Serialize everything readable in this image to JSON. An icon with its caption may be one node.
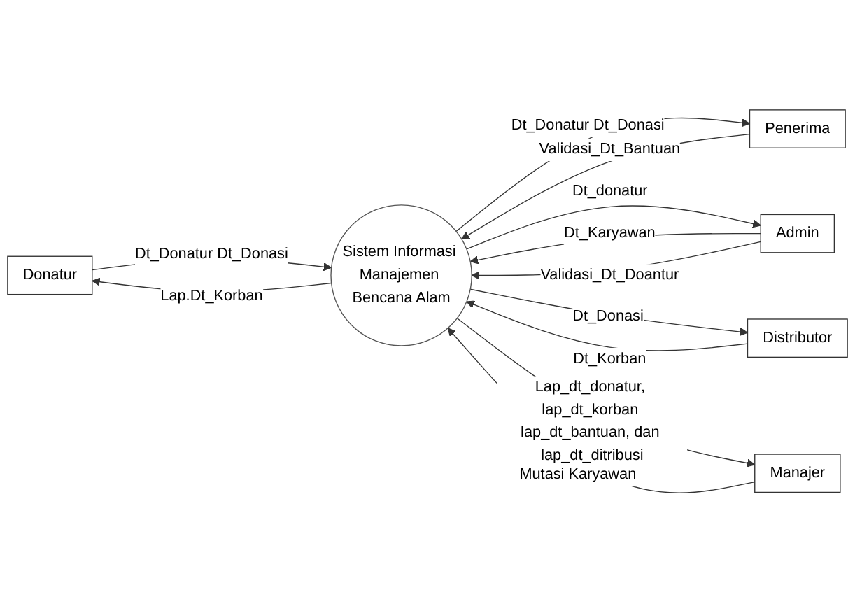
{
  "diagram": {
    "nodes": [
      {
        "text": [
          "Donatur"
        ]
      },
      {
        "text": [
          "Penerima"
        ]
      },
      {
        "text": [
          "Sistem Informasi Manajemen Bencana Alam"
        ]
      },
      {
        "text": [
          "Admin"
        ]
      },
      {
        "text": [
          "Distributor"
        ]
      },
      {
        "text": [
          "Manajer"
        ]
      }
    ],
    "edges": [
      {
        "from": 0,
        "to": 2,
        "arrow": "to",
        "label": "Dt_Donatur Dt_Donasi"
      },
      {
        "from": 2,
        "to": 0,
        "arrow": "to",
        "label": "Lap.Dt_Korban"
      },
      {
        "from": 1,
        "to": 2,
        "arrow": "to",
        "label": "Validasi_Dt_Bantuan"
      },
      {
        "from": 2,
        "to": 1,
        "arrow": "to",
        "label": "Dt_Donatur Dt_Donasi"
      },
      {
        "from": 3,
        "to": 2,
        "arrow": "to",
        "label": "Dt_Karyawan"
      },
      {
        "from": 2,
        "to": 3,
        "arrow": "to",
        "label": "Dt_donatur"
      },
      {
        "from": 3,
        "to": 2,
        "arrow": "to",
        "label": "Validasi_Dt_Doantur"
      },
      {
        "from": 4,
        "to": 2,
        "arrow": "to",
        "label": "Dt_Korban"
      },
      {
        "from": 2,
        "to": 4,
        "arrow": "to",
        "label": "Dt_Donasi"
      },
      {
        "from": 2,
        "to": 5,
        "arrow": "to",
        "label": "Lap_dt_donatur, lap_dt_korban lap_dt_bantuan, dan lap_dt_ditribusi"
      },
      {
        "from": 5,
        "to": 2,
        "arrow": "to",
        "label": "Mutasi Karyawan"
      }
    ]
  }
}
